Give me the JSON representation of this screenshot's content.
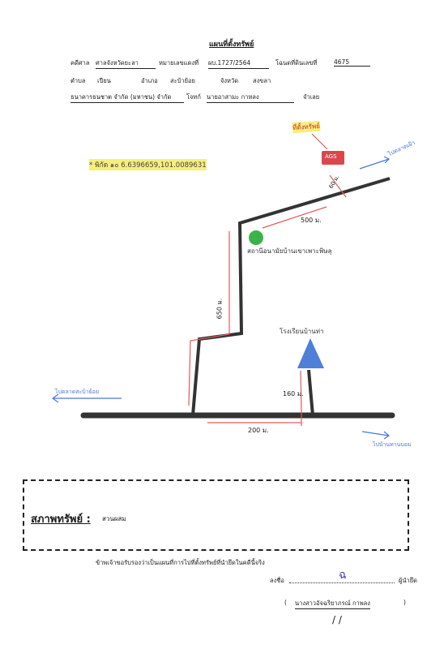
{
  "header": {
    "title": "แผนที่ตั้งทรัพย์",
    "court_label": "คดีศาล",
    "court_value": "ศาลจังหวัดยะลา",
    "black_case_label": "หมายเลขแดงที่",
    "black_case_value": "ผบ.1727/2564",
    "deed_label": "โฉนดที่ดินเลขที่",
    "deed_value": "4675",
    "subdistrict_label": "ตำบล",
    "subdistrict_value": "เปียน",
    "district_label": "อำเภอ",
    "district_value": "สะบ้าย้อย",
    "province_label": "จังหวัด",
    "province_value": "สงขลา",
    "plaintiff_value": "ธนาคารธนชาต จำกัด (มหาชน) จำกัด",
    "plaintiff_label": "โจทก์",
    "defendant_value": "นายอาสามะ กาหลง",
    "defendant_label": "จำเลย"
  },
  "map": {
    "coordinates_note": "* พิกัด ๑๐ 6.6396659,101.0089631",
    "property_label": "ที่ตั้งทรัพย์",
    "property_badge": "AGS",
    "dist_60": "60 ม.",
    "dist_500": "500 ม.",
    "dist_650": "650 ม.",
    "dist_160": "160 ม.",
    "dist_200": "200 ม.",
    "landmark_green": "สถานีอนามัยบ้านเขาเพาะพิษลุ",
    "landmark_blue": "โรงเรียนบ้านท่า",
    "dir_top_right": "ไปตลาดเฝ้า",
    "dir_left": "ไปตลาดสะบ้าย้อย",
    "dir_bottom_right": "ไปบ้านทานบอม",
    "colors": {
      "road": "#333333",
      "measure": "#e25a5a",
      "arrow": "#4a78d8",
      "green": "#3cb34a",
      "badge": "#d9474c",
      "highlight": "#f6ef7a",
      "triangle": "#4f7fd6"
    }
  },
  "condition": {
    "label": "สภาพทรัพย์ :",
    "value": "สวนผสม"
  },
  "footer": {
    "certify_text": "ข้าพเจ้าขอรับรองว่าเป็นแผนที่การไปที่ตั้งทรัพย์ที่นำยึดในคดีนี้จริง",
    "sign_label": "ลงชื่อ",
    "role_label": "ผู้นำยึด",
    "signer_name": "นางสาวอัจฉริยาภรณ์ กาพลง",
    "signature_mark": "ฉ",
    "date_marks": "/ /"
  }
}
